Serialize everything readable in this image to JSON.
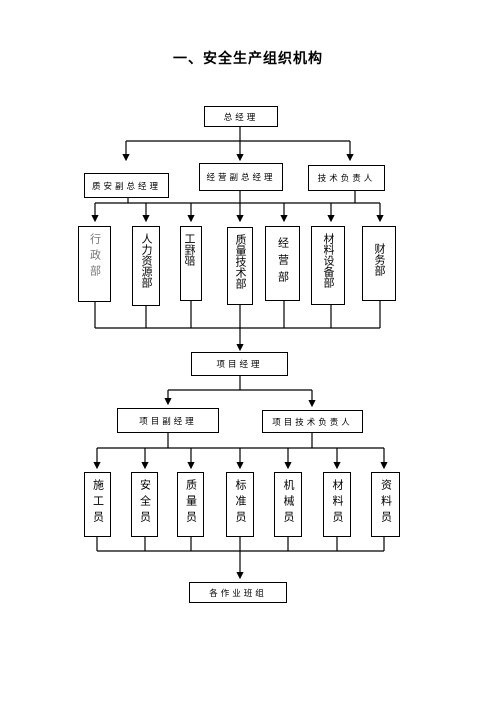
{
  "title": "一、安全生产组织机构",
  "top": {
    "general_manager": "总经理",
    "quality_safety_vgm": "质安副总经理",
    "operations_vgm": "经营副总经理",
    "technical_lead": "技术负责人"
  },
  "departments": [
    "行政部",
    "人力资源部",
    "工程部",
    "质量技术部",
    "经营部",
    "材料设备部",
    "财务部"
  ],
  "project": {
    "manager": "项目经理",
    "deputy_manager": "项目副经理",
    "technical_lead": "项目技术负责人"
  },
  "staff": [
    "施工员",
    "安全员",
    "质量员",
    "标准员",
    "机械员",
    "材料员",
    "资料员"
  ],
  "teams": "各作业班组"
}
